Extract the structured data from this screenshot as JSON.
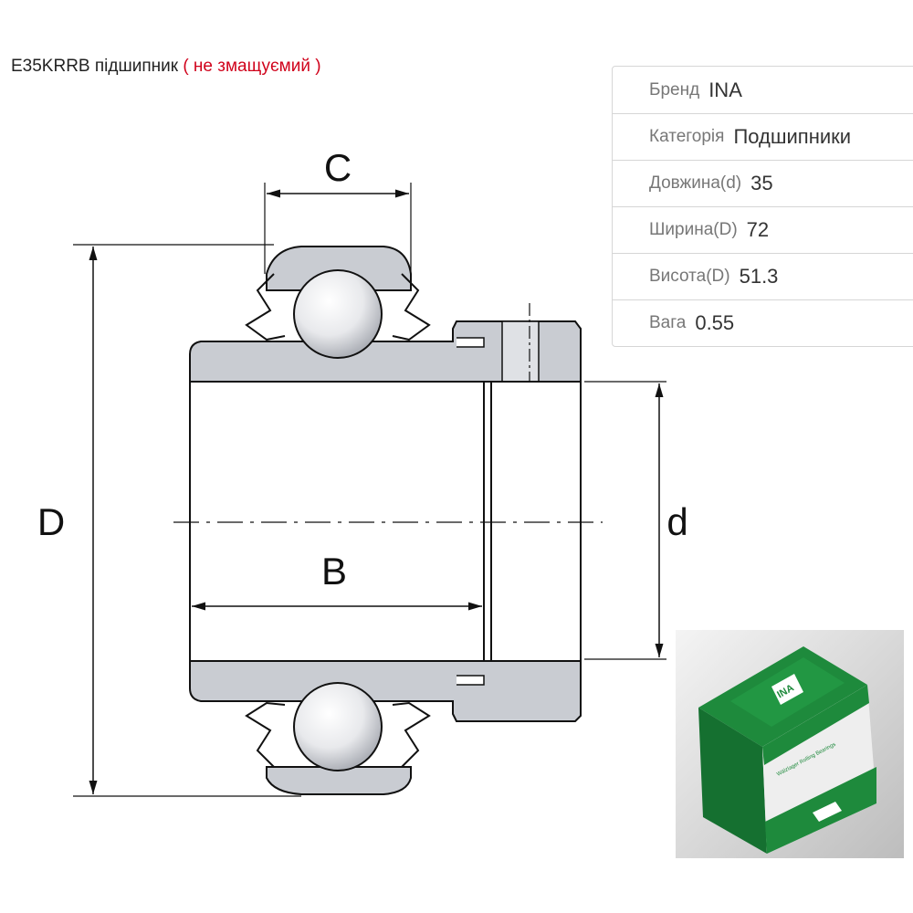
{
  "product": {
    "name": "E35KRRB підшипник",
    "note": "( не змащуємий )"
  },
  "specs": [
    {
      "label": "Бренд",
      "value": "INA"
    },
    {
      "label": "Категорія",
      "value": "Подшипники"
    },
    {
      "label": "Довжина(d)",
      "value": "35"
    },
    {
      "label": "Ширина(D)",
      "value": "72"
    },
    {
      "label": "Висота(D)",
      "value": "51.3"
    },
    {
      "label": "Вага",
      "value": "0.55"
    }
  ],
  "drawing": {
    "labels": {
      "C": "C",
      "D": "D",
      "d": "d",
      "B": "B"
    }
  },
  "photo": {
    "logo_text": "INA",
    "box_text": "Wälzlager Rolling Bearings"
  },
  "colors": {
    "note": "#d0021b",
    "box_green": "#1e8a3c",
    "part_fill": "#c9ccd2"
  }
}
